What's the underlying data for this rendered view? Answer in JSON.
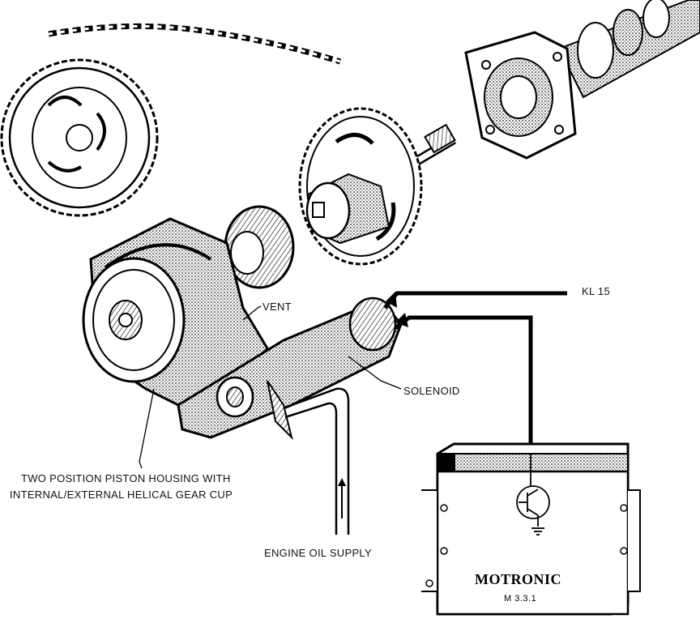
{
  "labels": {
    "vent": "VENT",
    "kl15": "KL 15",
    "solenoid": "SOLENOID",
    "piston_line1": "TWO POSITION PISTON HOUSING WITH",
    "piston_line2": "INTERNAL/EXTERNAL HELICAL GEAR CUP",
    "oil_supply": "ENGINE OIL SUPPLY"
  },
  "ecu": {
    "brand": "MOTRONIC",
    "model": "M 3.3.1"
  },
  "colors": {
    "ink": "#000000",
    "shade": "#555555",
    "paper": "#ffffff"
  }
}
